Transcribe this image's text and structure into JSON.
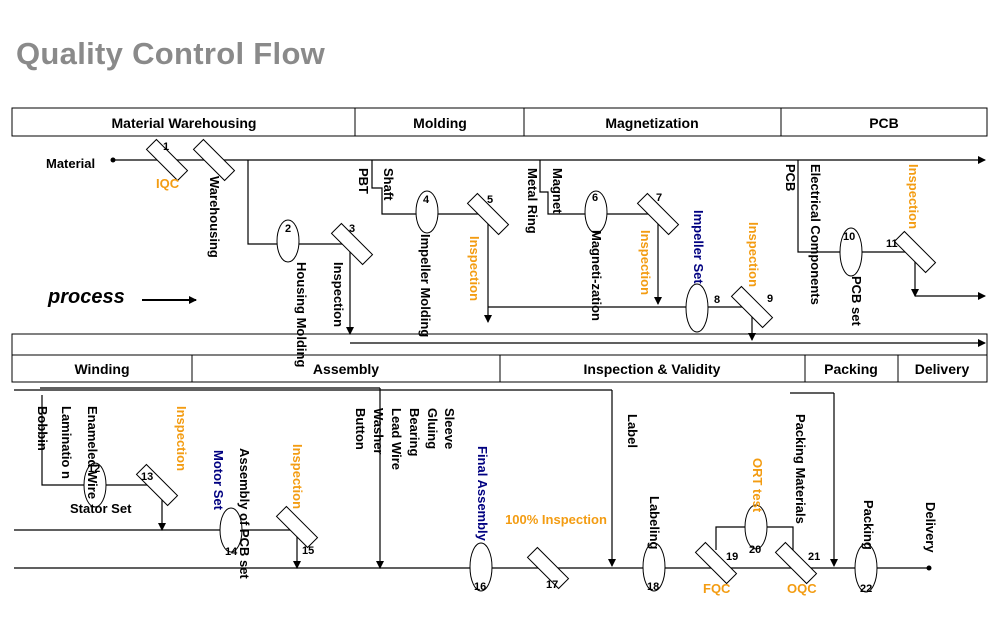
{
  "title": "Quality Control Flow",
  "process_label": "process",
  "colors": {
    "inspection": "#F39C12",
    "subassembly": "#000080",
    "line": "#000000"
  },
  "headers_top": [
    "Material Warehousing",
    "Molding",
    "Magnetization",
    "PCB"
  ],
  "headers_bottom": [
    "Winding",
    "Assembly",
    "Inspection & Validity",
    "Packing",
    "Delivery"
  ],
  "top": {
    "material": "Material",
    "iqc": "IQC",
    "warehousing": "Warehousing",
    "housing_molding": "Housing Molding",
    "inspection_black": "Inspection",
    "pbt": "PBT",
    "shaft": "Shaft",
    "impeller_molding": "Impeller Molding",
    "inspection_5": "Inspection",
    "metal_ring": "Metal Ring",
    "magnet": "Magnet",
    "magnetization": "Magneti-zation",
    "inspection_7": "Inspection",
    "impeller_set": "Impeller Set",
    "inspection_9": "Inspection",
    "pcb": "PCB",
    "electrical_components": "Electrical Components",
    "pcb_set": "PCB set",
    "inspection_11": "Inspection"
  },
  "bottom": {
    "bobbin": "Bobbin",
    "enameled_wire": "Enameled Wire",
    "lamination": "Laminatio n",
    "inspection_13": "Inspection",
    "stator_set": "Stator Set",
    "assembly_pcb": "Assembly of PCB set",
    "motor_set": "Motor Set",
    "inspection_15": "Inspection",
    "button": "Button",
    "washer": "Washer",
    "lead_wire": "Lead Wire",
    "bearing": "Bearing",
    "gluing": "Gluing",
    "sleeve": "Sleeve",
    "final_assembly": "Final Assembly",
    "inspection_100": "100% Inspection",
    "label": "Label",
    "labeling": "Labeling",
    "fqc": "FQC",
    "ort_test": "ORT test",
    "oqc": "OQC",
    "packing_materials": "Packing Materials",
    "packing": "Packing",
    "delivery": "Delivery"
  },
  "step_numbers": [
    "1",
    "2",
    "3",
    "4",
    "5",
    "6",
    "7",
    "8",
    "9",
    "10",
    "11",
    "12",
    "13",
    "14",
    "15",
    "16",
    "17",
    "18",
    "19",
    "20",
    "21",
    "22"
  ]
}
